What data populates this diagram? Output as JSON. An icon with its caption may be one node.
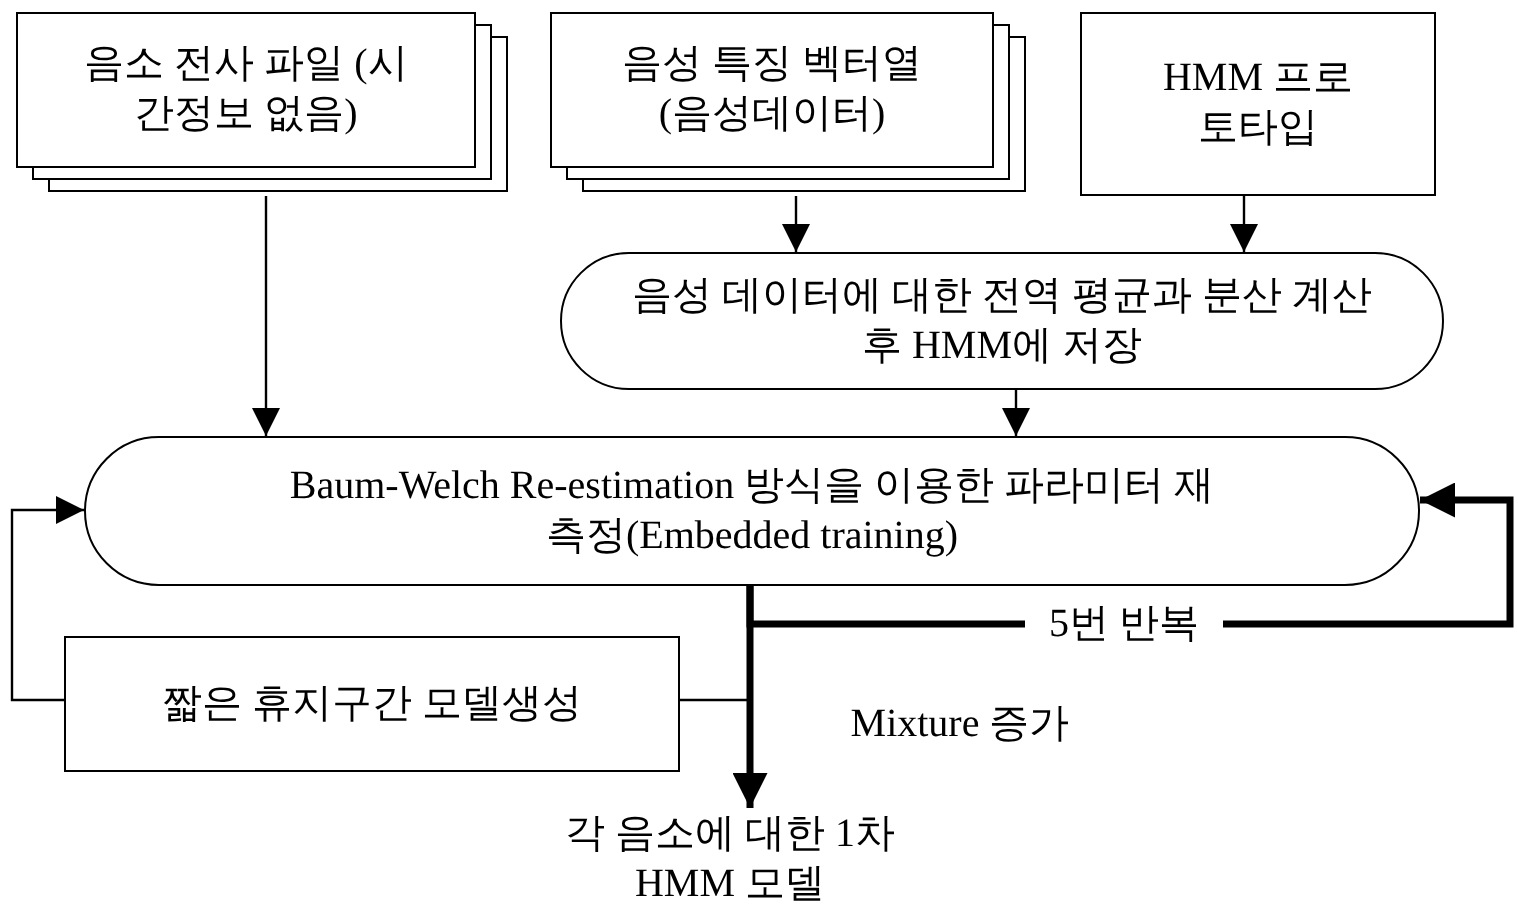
{
  "diagram": {
    "nodes": [
      {
        "text": [
          "음소 전사 파일 (시간정보 없음)"
        ]
      },
      {
        "text": [
          "음성 특징 벡터열 (음성데이터)"
        ]
      },
      {
        "text": [
          "HMM 프로토타입"
        ]
      },
      {
        "text": [
          "음성 데이터에 대한 전역 평균과 분산 계산 후 HMM에 저장"
        ]
      },
      {
        "text": [
          "Baum-Welch Re-estimation 방식을 이용한 파라미터 재측정(Embedded training)"
        ]
      },
      {
        "text": [
          "짧은 휴지구간 모델생성"
        ]
      },
      {
        "text": [
          "각 음소에 대한 1차 HMM 모델"
        ]
      }
    ],
    "edges": [
      {
        "from": 0,
        "to": 4,
        "arrow": "to"
      },
      {
        "from": 1,
        "to": 3,
        "arrow": "to"
      },
      {
        "from": 2,
        "to": 3,
        "arrow": "to"
      },
      {
        "from": 3,
        "to": 4,
        "arrow": "to"
      },
      {
        "from": 5,
        "to": 4,
        "arrow": "to"
      },
      {
        "from": 4,
        "to": 4,
        "arrow": "to",
        "label": "5번 반복",
        "style": "thick"
      },
      {
        "from": 4,
        "to": 5,
        "arrow": "none"
      },
      {
        "from": 4,
        "to": 6,
        "arrow": "to",
        "label": "Mixture 증가",
        "style": "thick"
      }
    ]
  }
}
